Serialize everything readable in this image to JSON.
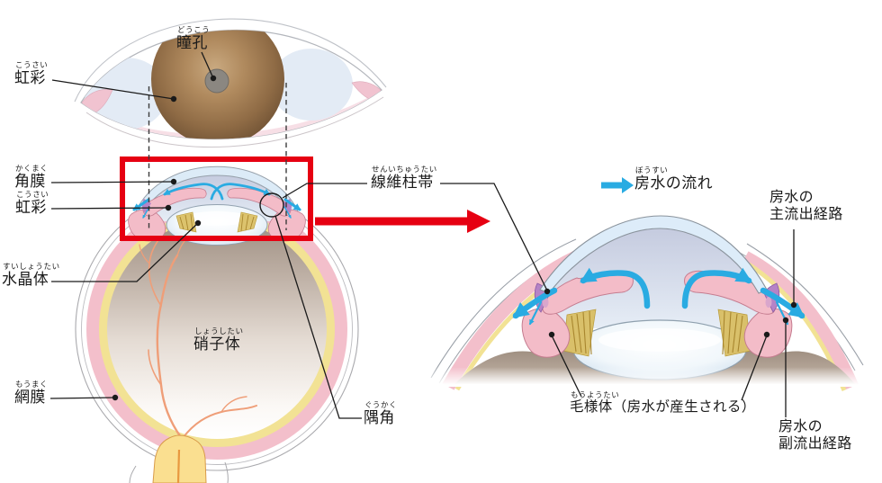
{
  "colors": {
    "accent_red": "#e60012",
    "flow_blue": "#29abe2",
    "tissue_pink": "#f3bcc8",
    "retina_yellow": "#f2e294",
    "iris_brown": "#8f6b45",
    "trabecular_purple": "#b583c6",
    "zonule_gold": "#d9c06a"
  },
  "labels": {
    "pupil": {
      "furigana": "どうこう",
      "text": "瞳孔"
    },
    "iris_front": {
      "furigana": "こうさい",
      "text": "虹彩"
    },
    "cornea": {
      "furigana": "かくまく",
      "text": "角膜"
    },
    "iris_section": {
      "furigana": "こうさい",
      "text": "虹彩"
    },
    "lens": {
      "furigana": "すいしょうたい",
      "text": "水晶体"
    },
    "vitreous": {
      "furigana": "しょうしたい",
      "text": "硝子体"
    },
    "retina": {
      "furigana": "もうまく",
      "text": "網膜"
    },
    "angle": {
      "furigana": "ぐうかく",
      "text": "隅角"
    },
    "trabecular_meshwork": {
      "furigana": "せんいちゅうたい",
      "text": "線維柱帯"
    },
    "legend_flow": {
      "furigana": "ぼうすい",
      "text": "房水の流れ"
    },
    "main_outflow": {
      "line1": "房水の",
      "line2": "主流出経路"
    },
    "ciliary_body": {
      "furigana": "もうようたい",
      "text": "毛様体（房水が産生される）"
    },
    "secondary_outflow": {
      "line1": "房水の",
      "line2": "副流出経路"
    }
  }
}
